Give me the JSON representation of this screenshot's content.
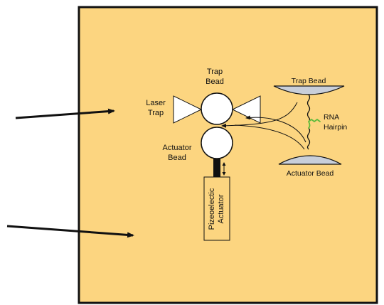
{
  "labels": {
    "trap_bead_1": "Trap",
    "trap_bead_2": "Bead",
    "laser_trap_1": "Laser",
    "laser_trap_2": "Trap",
    "actuator_bead_1": "Actuator",
    "actuator_bead_2": "Bead",
    "piezo_1": "Pizeoelectic",
    "piezo_2": "Actuator",
    "inset_trap_bead": "Trap Bead",
    "inset_actuator_bead": "Actuator Bead",
    "rna_1": "RNA",
    "rna_2": "Hairpin"
  },
  "colors": {
    "panel_fill": "#FCD580",
    "stroke": "#111111",
    "bead_fill": "#ffffff",
    "bead_surface_fill": "#C9CFDA",
    "hairpin": "#5DBB3C"
  }
}
